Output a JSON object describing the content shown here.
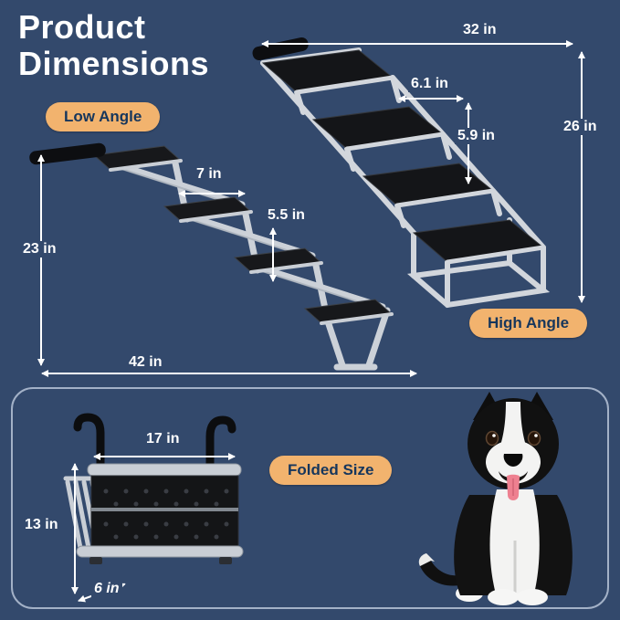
{
  "title": {
    "line1": "Product",
    "line2": "Dimensions"
  },
  "badges": {
    "low_angle": "Low Angle",
    "high_angle": "High Angle",
    "folded_size": "Folded Size"
  },
  "dims": {
    "low": {
      "depth": "7 in",
      "rise": "5.5 in",
      "height": "23 in",
      "length": "42 in"
    },
    "high": {
      "length": "32 in",
      "depth": "6.1 in",
      "rise": "5.9 in",
      "height": "26 in"
    },
    "folded": {
      "width": "17 in",
      "height": "13 in",
      "depth": "6 in"
    }
  },
  "colors": {
    "background": "#33496c",
    "badge": "#f2b36e",
    "badge_text": "#16365c",
    "dimension_lines": "#ffffff",
    "panel_border": "#a3b1c7",
    "stair_frame": "#ccd1d8",
    "stair_tread": "#17181b"
  }
}
